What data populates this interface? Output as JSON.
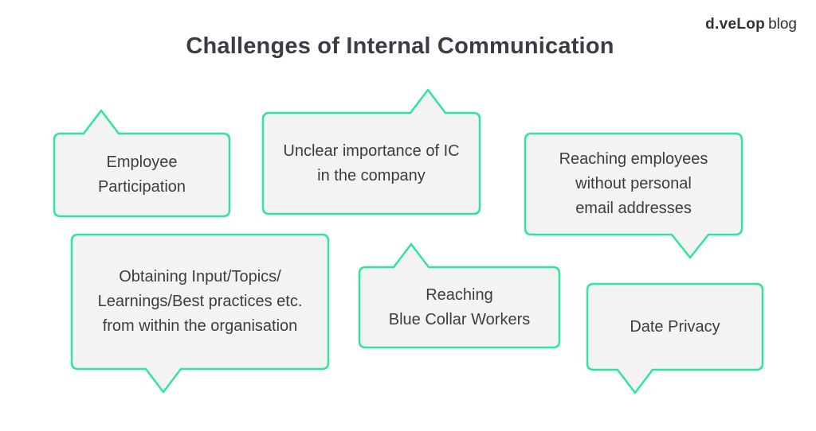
{
  "title": "Challenges of Internal Communication",
  "logo": {
    "brand": "d.veLop",
    "suffix": "blog"
  },
  "colors": {
    "bubble_fill": "#f3f3f3",
    "bubble_stroke": "#2ee59a",
    "text": "#3a3d44"
  },
  "bubbles": [
    {
      "text": "Employee\nParticipation"
    },
    {
      "text": "Unclear importance of IC\nin the company"
    },
    {
      "text": "Reaching employees\nwithout personal\nemail addresses"
    },
    {
      "text": "Obtaining Input/Topics/\nLearnings/Best practices etc.\nfrom within the organisation"
    },
    {
      "text": "Reaching\nBlue Collar Workers"
    },
    {
      "text": "Date Privacy"
    }
  ]
}
